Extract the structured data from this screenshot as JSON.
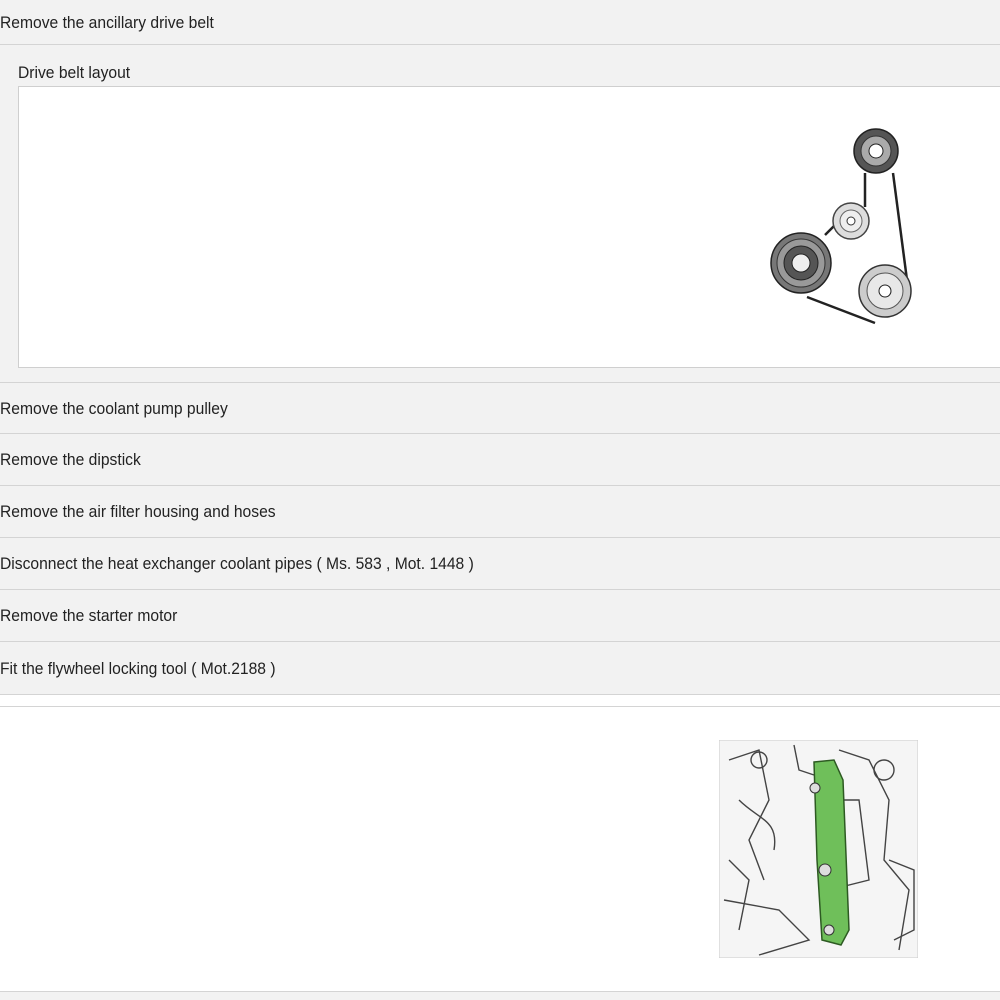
{
  "steps": {
    "s0": "Remove the ancillary drive belt",
    "s1": "Remove the coolant pump pulley",
    "s2": "Remove the dipstick",
    "s3": "Remove the air filter housing and hoses",
    "s4": "Disconnect the heat exchanger coolant pipes ( Ms. 583 , Mot. 1448 )",
    "s5": "Remove the starter motor",
    "s6": "Fit the flywheel locking tool ( Mot.2188 )"
  },
  "figure": {
    "title": "Drive belt layout"
  },
  "colors": {
    "row_bg": "#f2f2f2",
    "tool_highlight": "#6fbf5a"
  }
}
